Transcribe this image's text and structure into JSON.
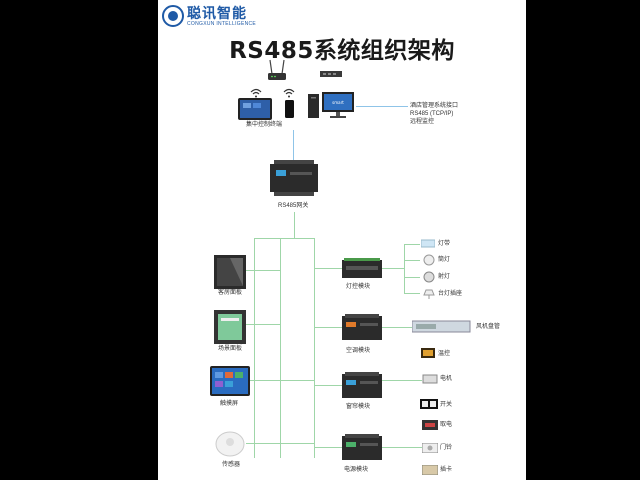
{
  "brand": {
    "name": "聪讯智能",
    "subtitle": "CONGXUN INTELLIGENCE"
  },
  "title": "RS485系统组织架构",
  "labels": {
    "central_control": "集中控制终端",
    "gateway": "RS485网关",
    "room_panel": "客房面板",
    "scene_panel": "场景面板",
    "touch_screen": "触摸屏",
    "sensor": "传感器",
    "lighting_module": "灯控模块",
    "ac_module": "空调模块",
    "curtain_module": "窗帘模块",
    "power_module": "电源模块",
    "pc_note_1": "酒店管理系统接口",
    "pc_note_2": "RS485 (TCP/IP)",
    "pc_note_3": "远程监控",
    "out_1": "灯带",
    "out_2": "筒灯",
    "out_3": "射灯",
    "out_4": "台灯插座",
    "fan_coil": "风机盘管",
    "ac_display": "温控",
    "curtain_motor": "电机",
    "curtain_display": "开关",
    "power_1": "取电",
    "power_2": "门铃",
    "power_3": "插卡"
  },
  "colors": {
    "bus_line": "#9fd6a8",
    "net_line": "#8fc4e8",
    "brand": "#1f5aa6"
  }
}
